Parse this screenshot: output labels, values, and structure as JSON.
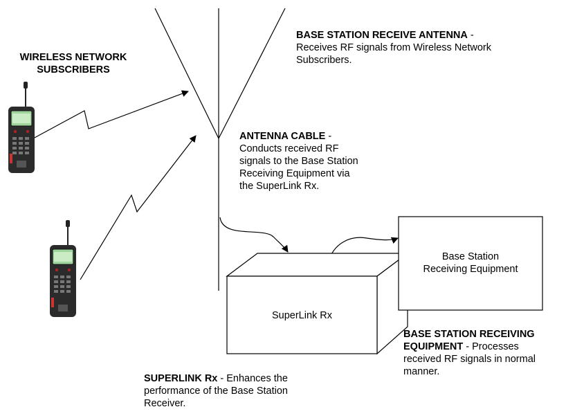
{
  "subscribers_label": {
    "line1": "WIRELESS NETWORK",
    "line2": "SUBSCRIBERS"
  },
  "receive_antenna": {
    "title": "BASE STATION RECEIVE ANTENNA",
    "sep": " -",
    "line1": "Receives RF signals from Wireless Network",
    "line2": "Subscribers."
  },
  "antenna_cable": {
    "title": "ANTENNA CABLE",
    "sep": " -",
    "line1": "Conducts received RF",
    "line2": "signals to the Base Station",
    "line3": "Receiving Equipment via",
    "line4": "the SuperLink Rx."
  },
  "base_station_box": {
    "line1": "Base Station",
    "line2": "Receiving Equipment"
  },
  "superlink_box": {
    "label": "SuperLink Rx"
  },
  "base_station_desc": {
    "title_line1": "BASE STATION RECEIVING",
    "title_line2": "EQUIPMENT",
    "rest_line2": " - Processes",
    "line3": "received RF signals in normal",
    "line4": "manner."
  },
  "superlink_desc": {
    "title": "SUPERLINK Rx",
    "rest_line1": " - Enhances the",
    "line2": "performance of the Base Station",
    "line3": "Receiver."
  }
}
